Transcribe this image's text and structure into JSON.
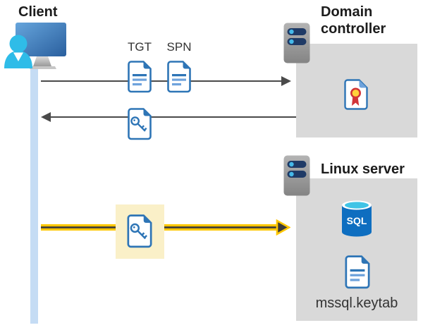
{
  "client": {
    "label": "Client"
  },
  "domain_controller": {
    "label": "Domain controller"
  },
  "linux_server": {
    "label": "Linux server",
    "sql": "SQL",
    "keytab": "mssql.keytab"
  },
  "tickets": {
    "tgt": "TGT",
    "spn": "SPN"
  },
  "colors": {
    "doc_blue": "#2E75B6",
    "doc_line_light": "#6FA3DC",
    "person_cyan": "#2FBCE8",
    "monitor_light": "#66A5DC",
    "monitor_dark": "#2A5F9E",
    "box_gray": "#D9D9D9",
    "arrow_gray": "#4A4A4A",
    "flow_yellow": "#FFC700",
    "flow_dark": "#3B3B3B",
    "highlight_yellow": "#FAF0C8",
    "timeline_blue": "#C5DCF4",
    "server_bar": "#1F3A66",
    "server_dot": "#45B9E9",
    "sql_blue": "#0E6EC0",
    "sql_cyan": "#40C4E6",
    "cert_red": "#D13438",
    "cert_yellow": "#FFD23B",
    "heading_text": "#1C1C1C",
    "label_text": "#333333"
  }
}
